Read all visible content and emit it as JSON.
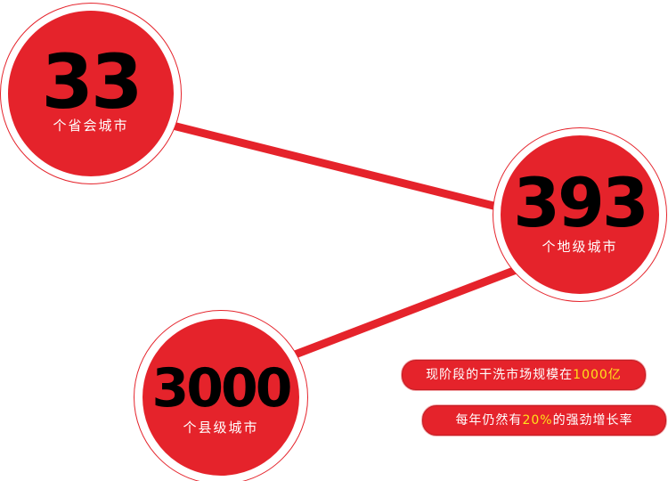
{
  "stats": [
    {
      "number": "33",
      "label": "个省会城市"
    },
    {
      "number": "393",
      "label": "个地级城市"
    },
    {
      "number": "3000",
      "label": "个县级城市"
    }
  ],
  "notes": [
    {
      "prefix": "现阶段的干洗市场规模在",
      "highlight": "1000亿",
      "suffix": ""
    },
    {
      "prefix": "每年仍然有",
      "highlight": "20%",
      "suffix": "的强劲增长率"
    }
  ],
  "colors": {
    "accent": "#e5232b",
    "number_text": "#000000",
    "label_text": "#ffffff",
    "highlight_text": "#ffe21a"
  }
}
